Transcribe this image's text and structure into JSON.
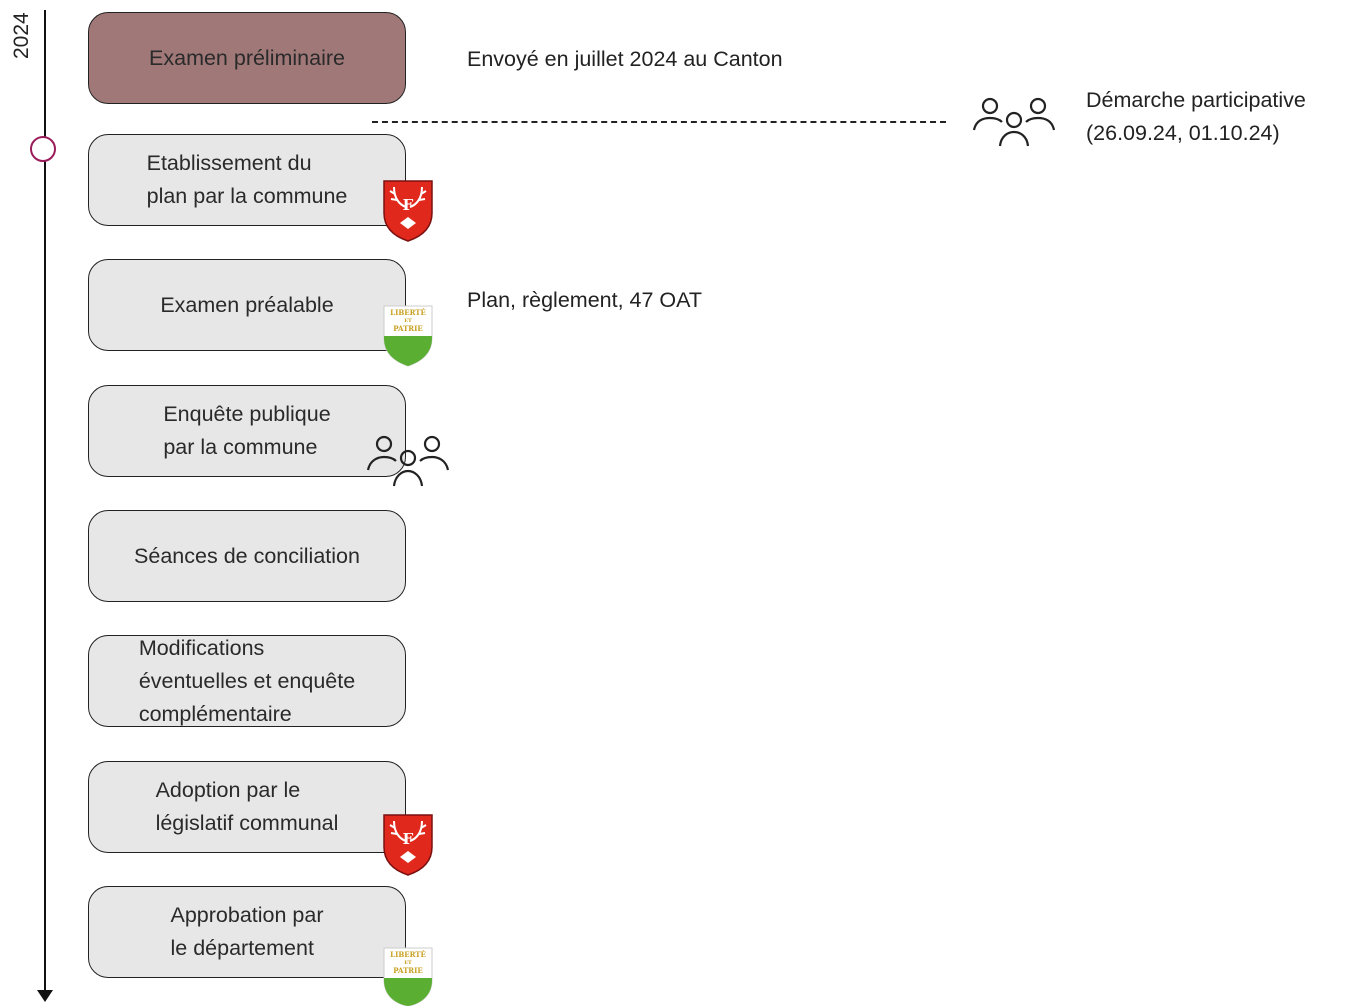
{
  "timeline": {
    "year": "2024"
  },
  "steps": [
    {
      "label": "Examen préliminaire"
    },
    {
      "label": "Etablissement du\nplan par la commune"
    },
    {
      "label": "Examen préalable"
    },
    {
      "label": "Enquête publique\npar la commune"
    },
    {
      "label": "Séances de conciliation"
    },
    {
      "label": "Modifications\néventuelles et enquête\ncomplémentaire"
    },
    {
      "label": "Adoption par le\nlégislatif communal"
    },
    {
      "label": "Approbation par\nle département"
    }
  ],
  "notes": {
    "sent": "Envoyé en juillet 2024 au Canton",
    "participative_title": "Démarche participative",
    "participative_dates": "(26.09.24, 01.10.24)",
    "preliminary_docs": "Plan, règlement, 47 OAT"
  },
  "emblems": {
    "commune_letter": "F",
    "canton_motto_1": "LIBERTÉ",
    "canton_motto_2": "ET",
    "canton_motto_3": "PATRIE"
  },
  "colors": {
    "completed_step": "#a07878",
    "pending_step": "#e7e7e7",
    "current_marker": "#9b1c5a",
    "commune_shield": "#e0281c",
    "canton_shield_green": "#5aae32"
  }
}
